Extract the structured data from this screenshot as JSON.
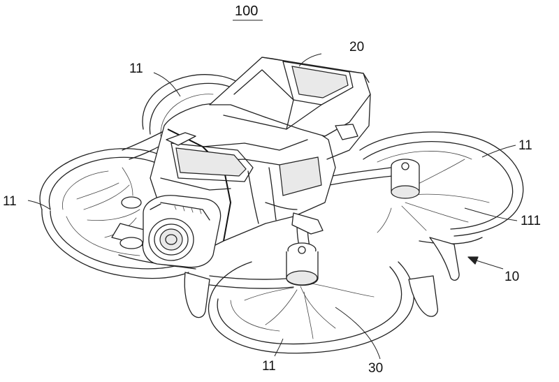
{
  "figure": {
    "title": "100",
    "labels": {
      "drone": "10",
      "guard_top_left": "11",
      "guard_left": "11",
      "guard_right": "11",
      "guard_bottom": "11",
      "blade_area": "111",
      "battery": "20",
      "motor": "30"
    }
  }
}
